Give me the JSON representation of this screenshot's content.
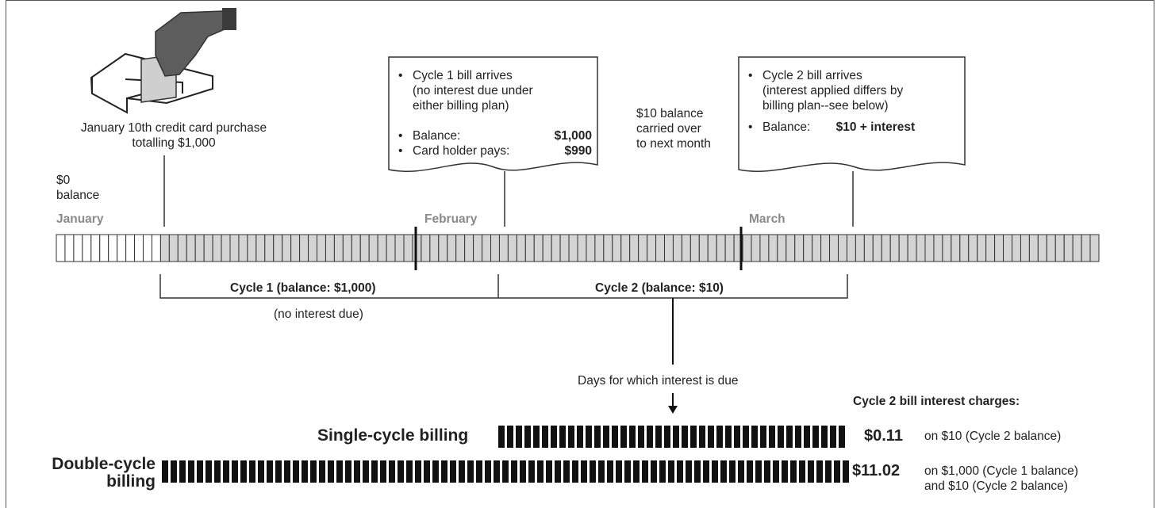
{
  "purchase": {
    "line1": "January 10th credit card purchase",
    "line2": "totalling $1,000"
  },
  "start_balance": {
    "line1": "$0",
    "line2": "balance"
  },
  "months": {
    "january": "January",
    "february": "February",
    "march": "March"
  },
  "bill1": {
    "arrives": "Cycle 1 bill arrives",
    "note": [
      "(no interest due under",
      "either billing plan)"
    ],
    "balance_label": "Balance:",
    "balance_value": "$1,000",
    "pays_label": "Card holder pays:",
    "pays_value": "$990"
  },
  "carryover": [
    "$10 balance",
    "carried over",
    "to next month"
  ],
  "bill2": {
    "arrives": "Cycle 2 bill arrives",
    "note": [
      "(interest applied differs by",
      "billing plan--see below)"
    ],
    "balance_label": "Balance:",
    "balance_value": "$10 + interest"
  },
  "cycle1": {
    "label": "Cycle 1 (balance: $1,000)",
    "sub": "(no interest due)"
  },
  "cycle2": {
    "label": "Cycle 2 (balance: $10)"
  },
  "interest_days_label": "Days for which interest is due",
  "charges_heading": "Cycle 2 bill interest charges:",
  "single": {
    "label": "Single-cycle billing",
    "amount": "$0.11",
    "desc": "on $10 (Cycle 2 balance)"
  },
  "double": {
    "label_line1": "Double-cycle",
    "label_line2": "billing",
    "amount": "$11.02",
    "desc_line1": "on $1,000 (Cycle 1 balance)",
    "desc_line2": "and $10 (Cycle 2 balance)"
  },
  "colors": {
    "day_fill": "#d4d4d4",
    "bar_fill": "#111111",
    "month_text": "#8a8a8a"
  }
}
